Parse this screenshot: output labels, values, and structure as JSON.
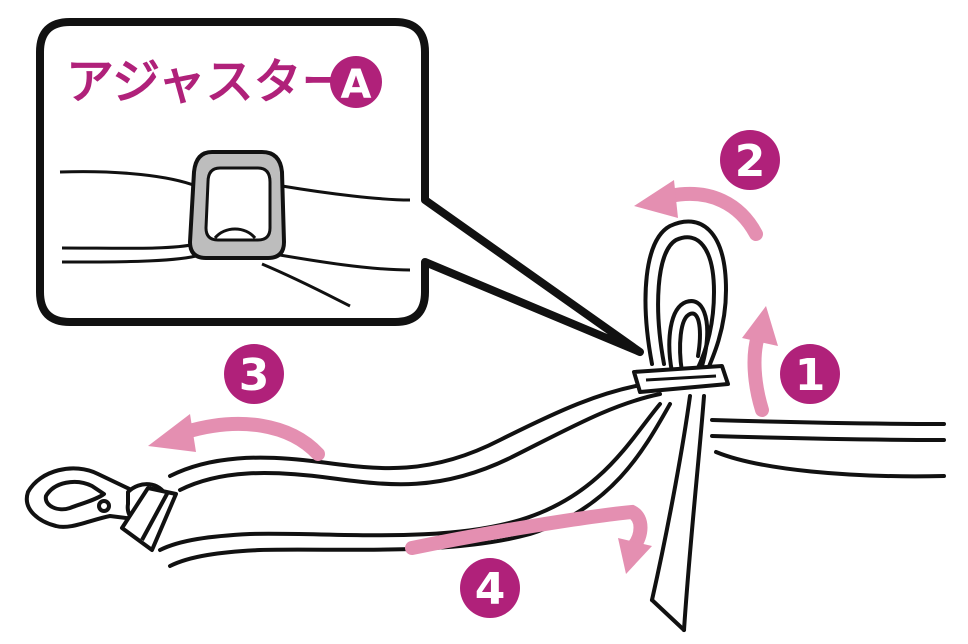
{
  "callout": {
    "title": "アジャスター",
    "badge": "A"
  },
  "steps": [
    {
      "label": "1"
    },
    {
      "label": "2"
    },
    {
      "label": "3"
    },
    {
      "label": "4"
    }
  ],
  "colors": {
    "accent": "#b0217a",
    "arrow": "#e48fb1",
    "outline": "#111111",
    "buckle_fill": "#bdbdbd"
  }
}
